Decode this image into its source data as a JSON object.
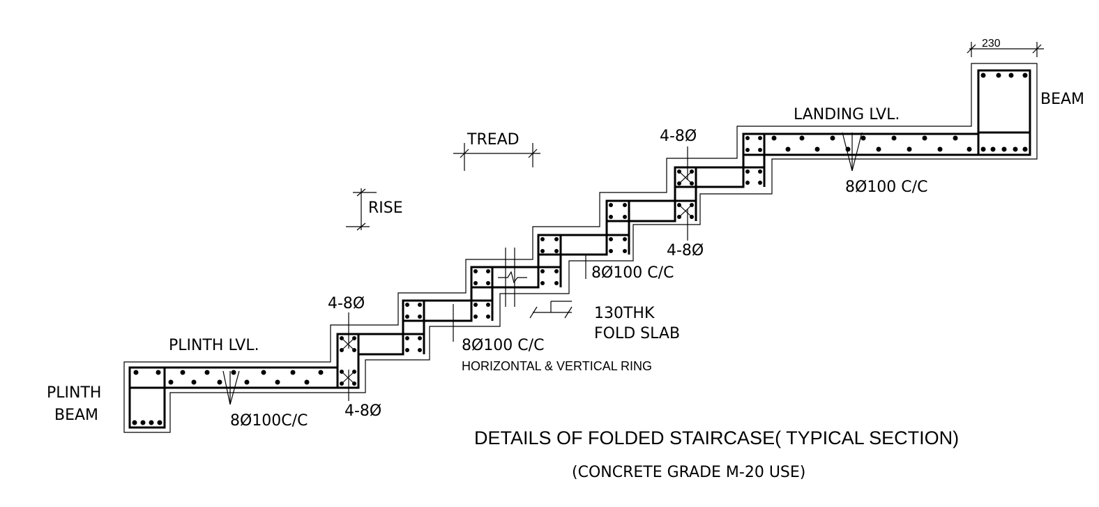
{
  "labels": {
    "plinth_beam_line1": "PLINTH",
    "plinth_beam_line2": "BEAM",
    "plinth_lvl": "PLINTH  LVL.",
    "bar_plinth": "8Ø100C/C",
    "bar_4_8_upper_left": "4-8Ø",
    "bar_4_8_lower_left": "4-8Ø",
    "rise": "RISE",
    "tread": "TREAD",
    "bar_ring": "8Ø100 C/C",
    "ring_note": "HORIZONTAL & VERTICAL RING",
    "bar_mid": "8Ø100 C/C",
    "fold_slab_line1": "130THK",
    "fold_slab_line2": "FOLD  SLAB",
    "bar_4_8_upper_right": "4-8Ø",
    "bar_4_8_lower_right": "4-8Ø",
    "landing_lvl": "LANDING  LVL.",
    "bar_landing": "8Ø100 C/C",
    "beam": "BEAM",
    "dim_230": "230"
  },
  "title": "DETAILS  OF  FOLDED STAIRCASE( TYPICAL SECTION)",
  "subtitle": "(CONCRETE GRADE M-20 USE)"
}
